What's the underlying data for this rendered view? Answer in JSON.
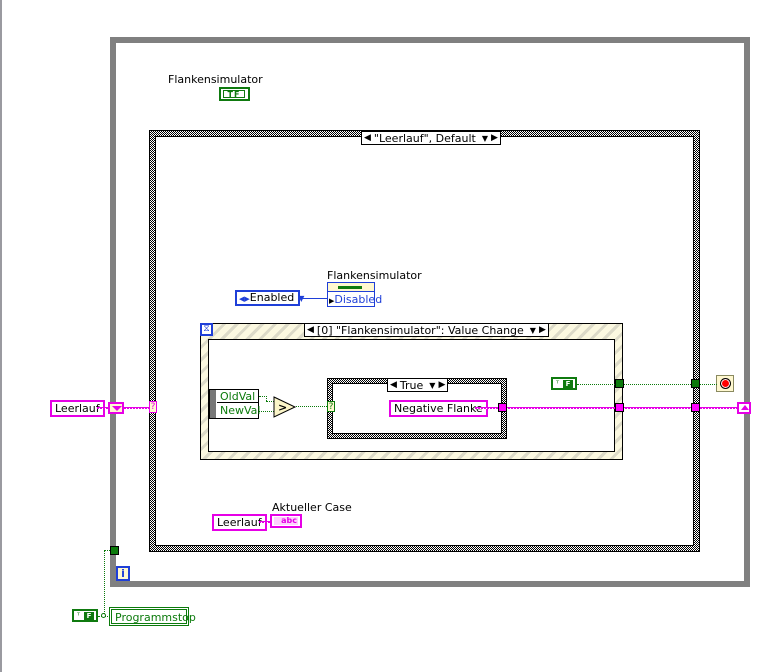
{
  "diagram": {
    "while_loop": {
      "iteration_label": "i"
    },
    "top_control": {
      "label": "Flankensimulator",
      "terminal_text": "TF"
    },
    "outer_case": {
      "selector_value": "\"Leerlauf\", Default"
    },
    "enable_state": {
      "enum_value": "Enabled",
      "property_node_label": "Flankensimulator",
      "property_value": "Disabled"
    },
    "event_structure": {
      "selector_value": "[0] \"Flankensimulator\": Value Change",
      "event_data": [
        "OldVal",
        "NewVal"
      ],
      "comparison_symbol": ">"
    },
    "inner_case": {
      "selector_value": "True",
      "selector_terminal": "?",
      "constant_value": "Negative Flanke"
    },
    "shift_register": {
      "initial_value": "Leerlauf",
      "case_selector_terminal": "?"
    },
    "false_constant": {
      "text": "F"
    },
    "current_case": {
      "label": "Aktueller Case",
      "constant_value": "Leerlauf",
      "indicator_text": "abc"
    },
    "program_stop": {
      "label": "Programmstop",
      "constant_text": "F"
    },
    "colors": {
      "loop_gray": "#808080",
      "boolean_green": "#0b7a0b",
      "string_pink": "#e600e6",
      "enum_blue": "#1f3fd8",
      "stop_red": "#ff0000"
    }
  }
}
